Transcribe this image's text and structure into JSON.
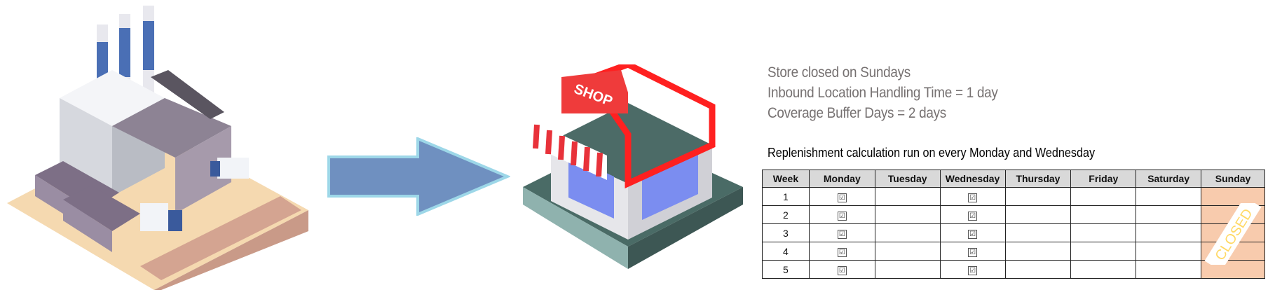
{
  "info": {
    "line1": "Store closed on Sundays",
    "line2": "Inbound Location Handling Time = 1 day",
    "line3": "Coverage Buffer Days = 2 days"
  },
  "caption": "Replenishment calculation run on every Monday and Wednesday",
  "table": {
    "headers": [
      "Week",
      "Monday",
      "Tuesday",
      "Wednesday",
      "Thursday",
      "Friday",
      "Saturday",
      "Sunday"
    ],
    "weeks": [
      "1",
      "2",
      "3",
      "4",
      "5"
    ],
    "check_glyph": "☑",
    "closed_stamp": "CLOSED"
  },
  "shop_sign": "SHOP",
  "colors": {
    "arrow": "#6f90c0",
    "arrow_border": "#9dd7e8",
    "sunday": "#f8cbad",
    "stamp": "#ffd966",
    "header": "#d9d9d9",
    "text_gray": "#767171"
  }
}
